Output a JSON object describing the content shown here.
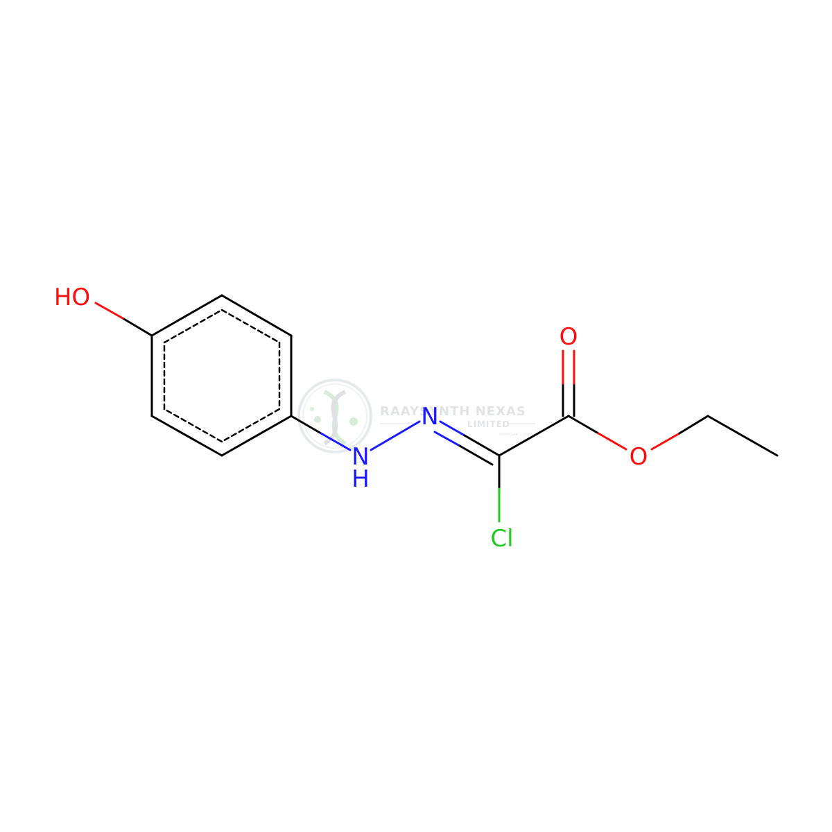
{
  "colors": {
    "carbon": "#000000",
    "oxygen": "#ff0d0d",
    "nitrogen": "#1a1aff",
    "chlorine": "#1fcc1f",
    "watermark": "#c9cdd2"
  },
  "atoms": {
    "hydroxyl": "HO",
    "amine_n": "N",
    "amine_h": "H",
    "imine_n": "N",
    "chlorine": "Cl",
    "carbonyl_o": "O",
    "ester_o": "O"
  },
  "watermark": {
    "line1": "RAAYSYNTH NEXAS",
    "line2": "LIMITED",
    "tagline": "molecule's journey",
    "icon": "dna-helix-logo-icon"
  }
}
